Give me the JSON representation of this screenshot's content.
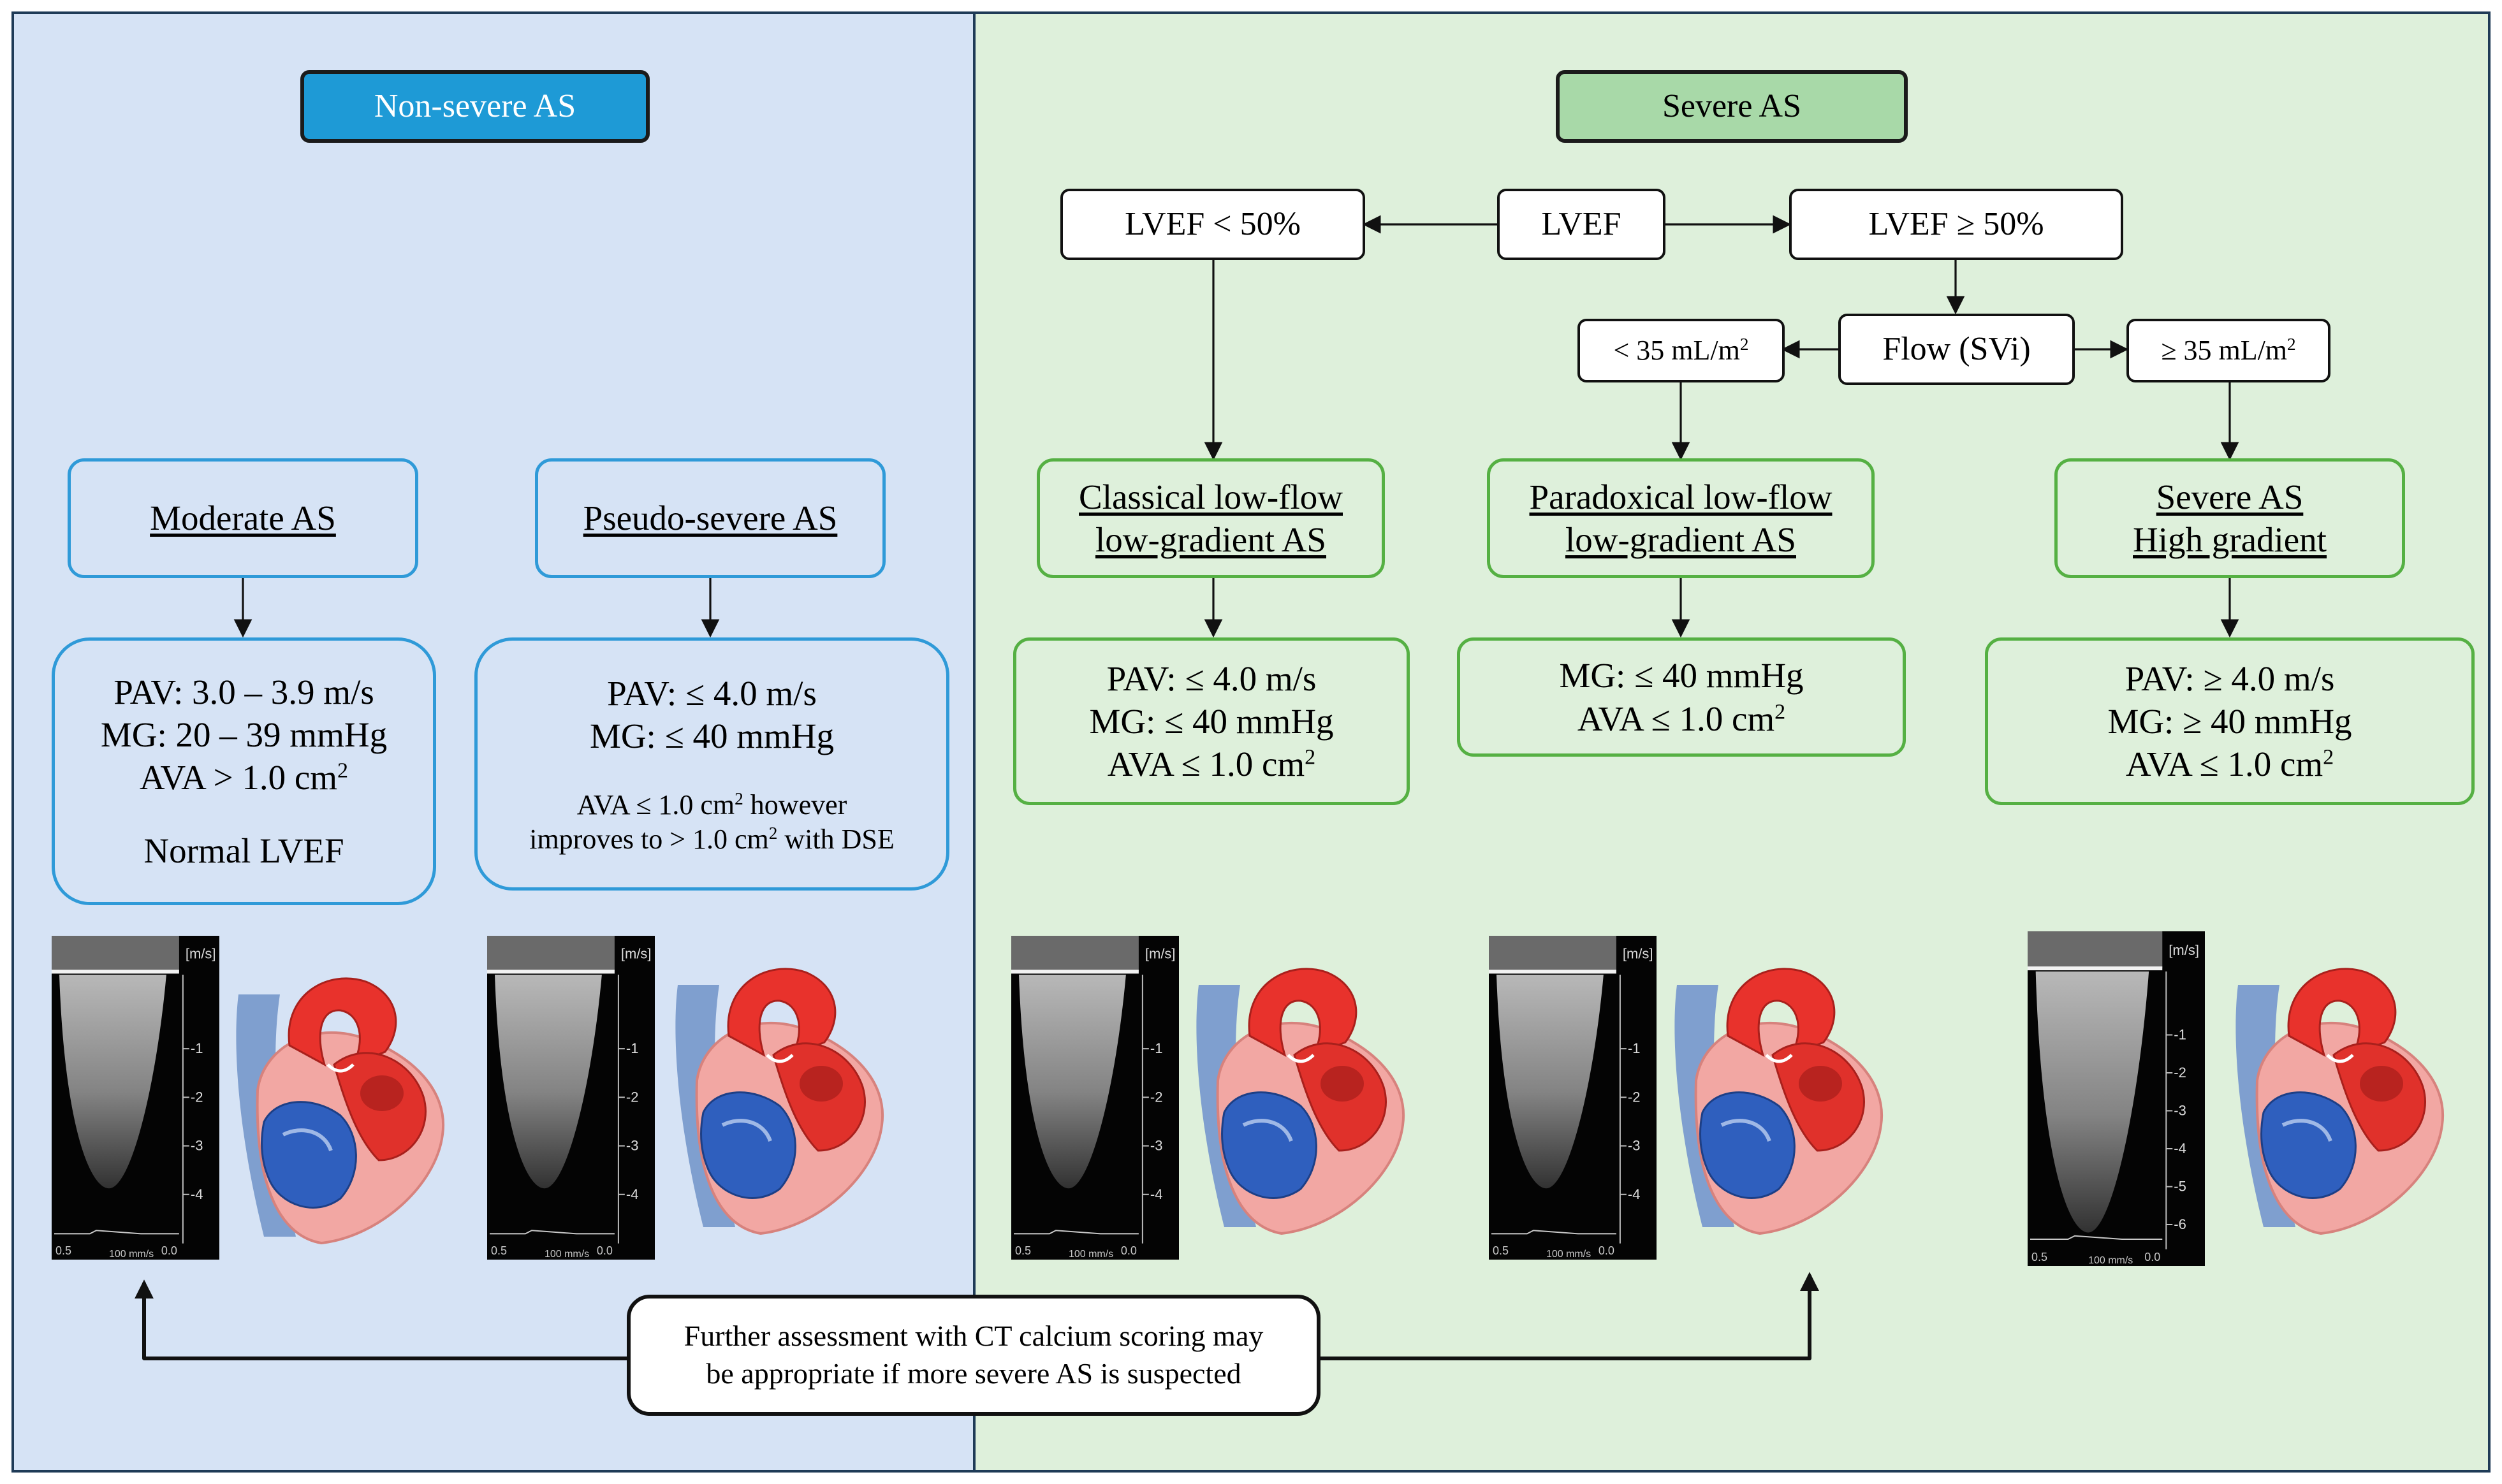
{
  "colors": {
    "left_panel_bg": "#d6e3f5",
    "right_panel_bg": "#def0db",
    "nonsevere_header": "#1e9ad6",
    "severe_header": "#a8d9a8",
    "blue_outline": "#2f9ad8",
    "green_outline": "#55b043"
  },
  "headers": {
    "nonsevere": "Non-severe AS",
    "severe": "Severe AS"
  },
  "flow": {
    "lvef_low": "LVEF < 50%",
    "lvef": "LVEF",
    "lvef_high": "LVEF ≥ 50%",
    "flow_svi": "Flow (SVi)",
    "svi_low": "< 35 mL/m",
    "svi_high": "≥ 35 mL/m",
    "sup2": "2"
  },
  "categories": {
    "moderate": {
      "title": "Moderate AS"
    },
    "pseudo": {
      "title": "Pseudo-severe AS"
    },
    "classical": {
      "title_line1": "Classical low-flow",
      "title_line2": "low-gradient AS"
    },
    "paradoxical": {
      "title_line1": "Paradoxical low-flow",
      "title_line2": "low-gradient AS"
    },
    "severe_high": {
      "title_line1": "Severe AS",
      "title_line2": "High gradient"
    }
  },
  "criteria": {
    "moderate": {
      "pav": "PAV: 3.0 – 3.9 m/s",
      "mg": "MG: 20 – 39 mmHg",
      "ava": "AVA > 1.0 cm",
      "sup": "2",
      "lvef": "Normal LVEF"
    },
    "pseudo": {
      "pav": "PAV: ≤ 4.0 m/s",
      "mg": "MG: ≤ 40 mmHg",
      "note1_a": "AVA ≤ 1.0 cm",
      "note1_sup": "2",
      "note1_b": " however",
      "note2_a": "improves to > 1.0 cm",
      "note2_sup": "2",
      "note2_b": " with DSE"
    },
    "classical": {
      "pav": "PAV: ≤ 4.0 m/s",
      "mg": "MG: ≤ 40 mmHg",
      "ava": "AVA ≤ 1.0 cm",
      "sup": "2"
    },
    "paradoxical": {
      "mg": "MG: ≤ 40 mmHg",
      "ava": "AVA ≤ 1.0 cm",
      "sup": "2"
    },
    "severe_high": {
      "pav": "PAV: ≥ 4.0 m/s",
      "mg": "MG: ≥ 40 mmHg",
      "ava": "AVA ≤ 1.0 cm",
      "sup": "2"
    }
  },
  "echo": {
    "unit": "[m/s]",
    "ticks_a": [
      "-1",
      "-2",
      "-3",
      "-4"
    ],
    "ticks_b": [
      "-1",
      "-2",
      "-3",
      "-4",
      "-5",
      "-6"
    ],
    "bottom_left": "0.5",
    "bottom_right": "0.0",
    "bottom_mid": "100 mm/s"
  },
  "note": {
    "line1": "Further assessment with CT calcium scoring may",
    "line2": "be appropriate if more severe AS is suspected"
  }
}
